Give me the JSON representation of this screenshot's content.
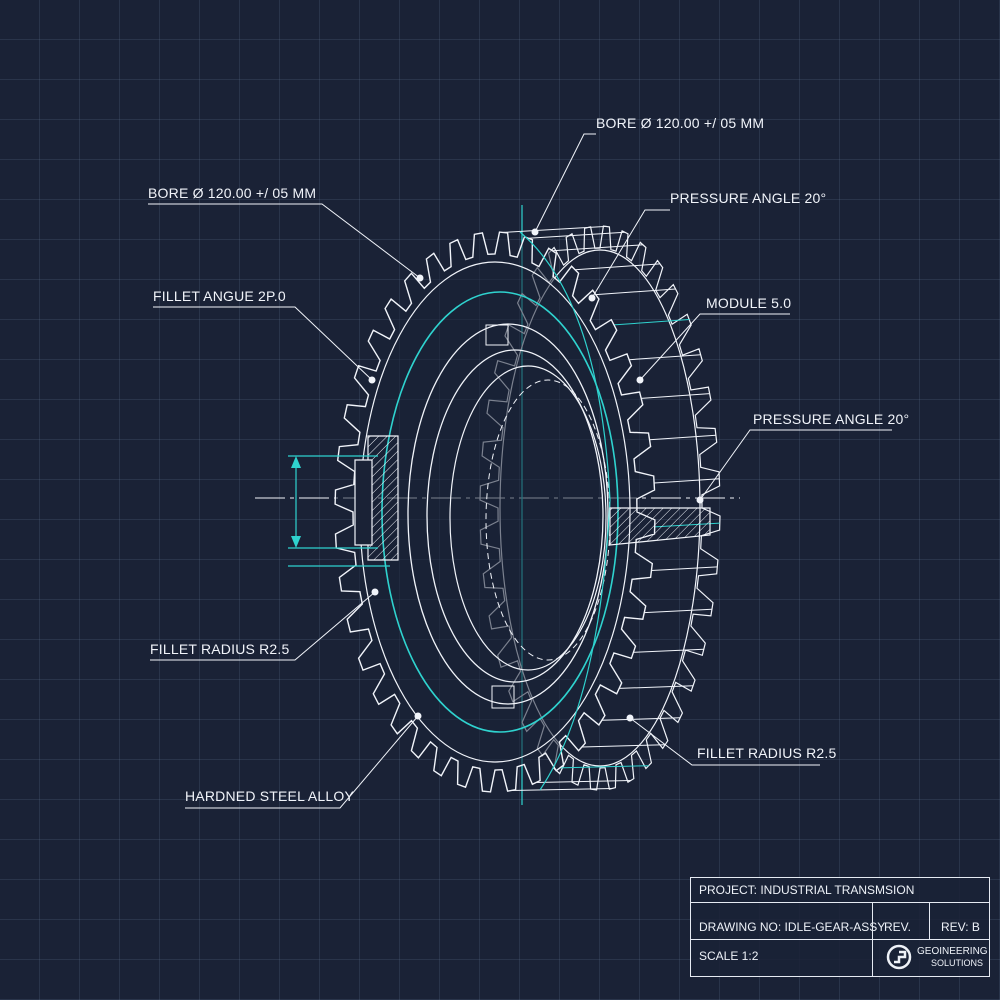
{
  "labels": {
    "bore_top": "BORE Ø 120.00 +/ 05 MM",
    "bore_left": "BORE Ø 120.00 +/ 05 MM",
    "pressure_angle_top": "PRESSURE ANGLE 20°",
    "fillet_angle": "FILLET ANGUE 2P.0",
    "module": "MODULE 5.0",
    "pressure_angle_right": "PRESSURE ANGLE 20°",
    "fillet_radius_left": "FILLET RADIUS R2.5",
    "fillet_radius_right": "FILLET RADIUS R2.5",
    "material": "HARDNED STEEL ALLOY"
  },
  "title_block": {
    "project": "PROJECT: INDUSTRIAL TRANSMSION",
    "drawing_no": "DRAWING NO: IDLE-GEAR-ASSY",
    "rev_label": "REV.",
    "rev_value": "REV: B",
    "scale": "SCALE 1:2",
    "company_line1": "GEOINEERING",
    "company_line2": "SOLUTIONS"
  },
  "colors": {
    "background": "#1a2236",
    "line": "#f1f4fa",
    "accent": "#2fd3cf"
  },
  "gear": {
    "teeth_count": 40
  }
}
